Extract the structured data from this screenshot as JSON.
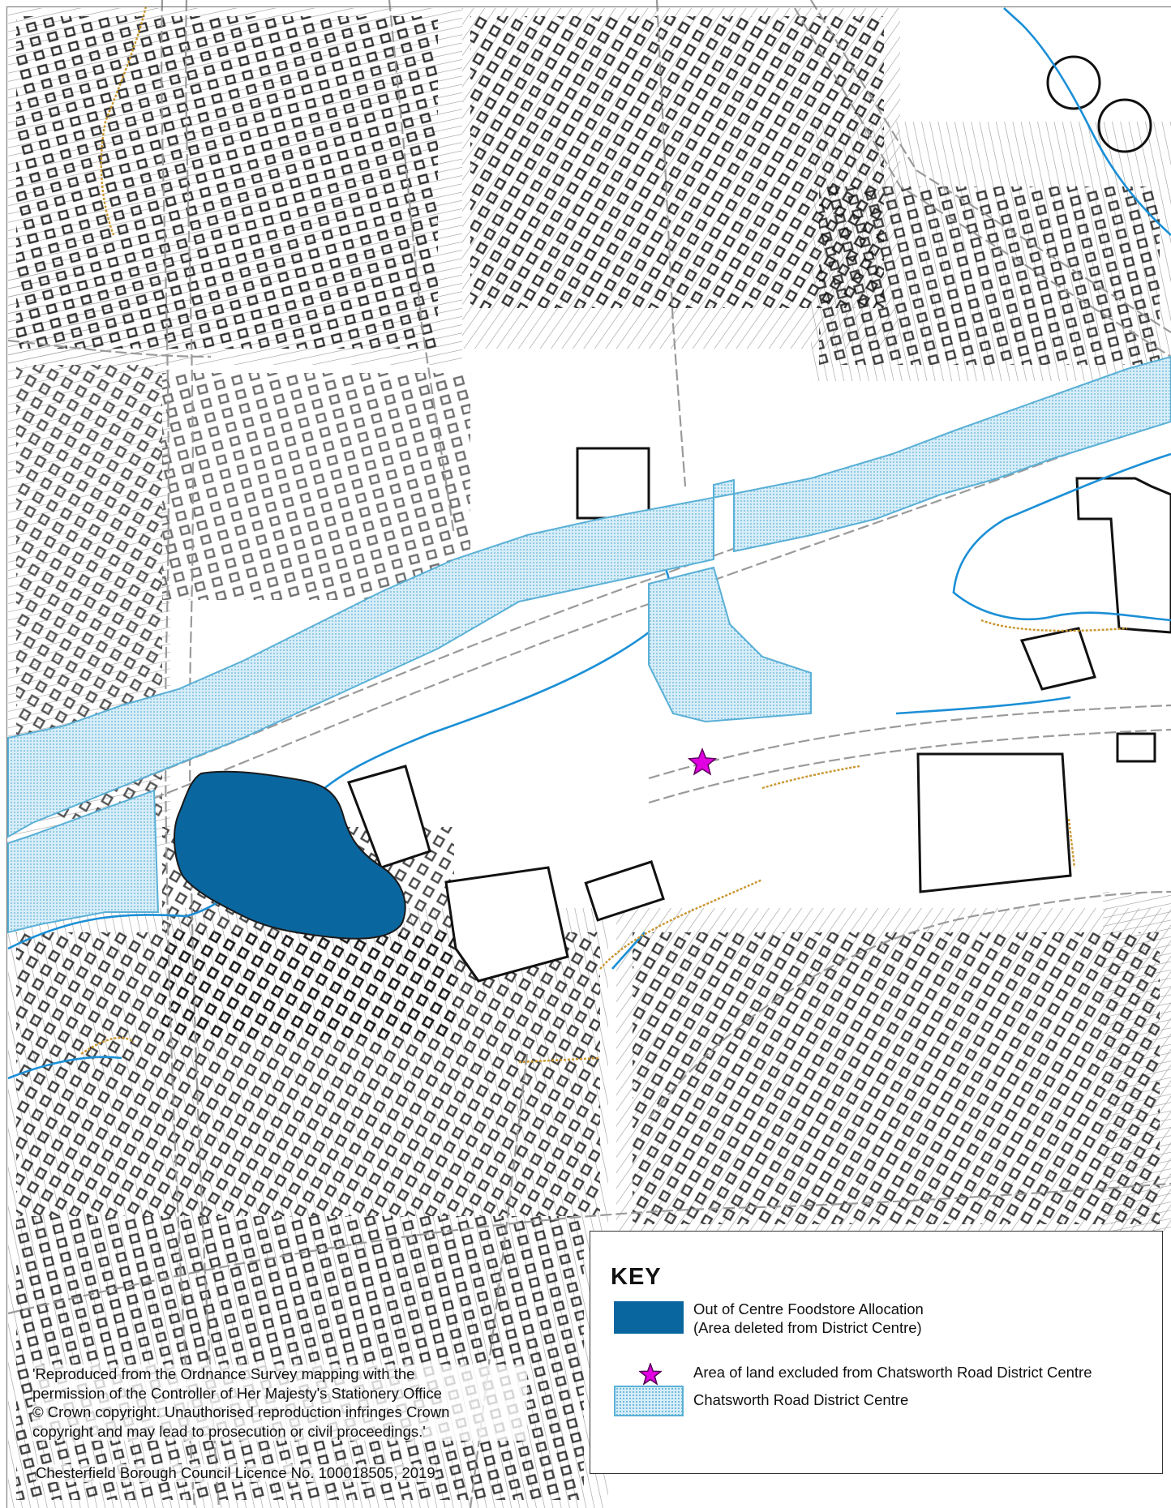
{
  "map": {
    "features": [
      "buildings",
      "property-boundaries",
      "roads",
      "rivers",
      "tree-lines",
      "foodstore-allocation",
      "district-centre",
      "excluded-land-marker"
    ],
    "colors": {
      "building_outline": "#111111",
      "boundary": "#8a8a8a",
      "road": "#9a9a9a",
      "river": "#1b8fd6",
      "tree_line": "#c9962e",
      "foodstore_allocation": "#0a669f",
      "district_centre_fill": "#d7edf8",
      "district_centre_dots": "#5fb3d8",
      "excluded_star": "#e100e1"
    }
  },
  "key": {
    "title": "KEY",
    "items": [
      {
        "symbol": "solid-dark-blue-swatch",
        "lines": [
          "Out of Centre Foodstore Allocation",
          "(Area deleted from District Centre)"
        ]
      },
      {
        "symbol": "magenta-star-icon",
        "lines": [
          "Area of land excluded from Chatsworth Road District Centre"
        ]
      },
      {
        "symbol": "dotted-light-blue-swatch",
        "lines": [
          "Chatsworth Road District Centre"
        ]
      }
    ]
  },
  "copyright": {
    "lines": [
      "'Reproduced from the Ordnance Survey mapping with the",
      "permission of the Controller of Her Majesty's Stationery Office",
      "© Crown copyright.  Unauthorised reproduction infringes Crown",
      "copyright and may lead to prosecution or civil proceedings.'"
    ],
    "licence": "Chesterfield Borough Council Licence No. 100018505,  2019"
  }
}
